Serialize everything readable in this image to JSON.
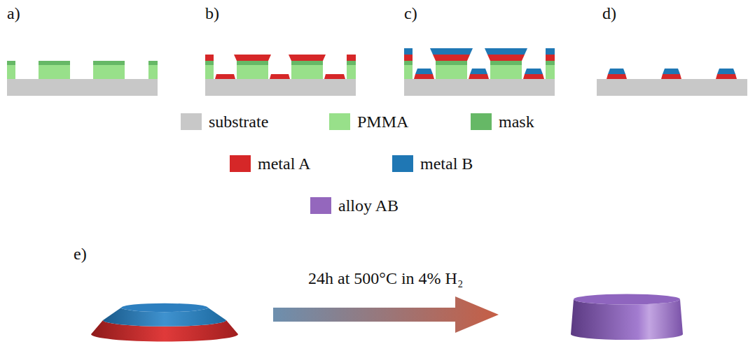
{
  "diagram": {
    "labels": [
      "a)",
      "b)",
      "c)",
      "d)",
      "e)",
      "24h at 500°C in 4% H₂"
    ],
    "legend": [
      {
        "text": "substrate",
        "color": "#c8c8c8"
      },
      {
        "text": "PMMA",
        "color": "#98e08a"
      },
      {
        "text": "mask",
        "color": "#66b866"
      },
      {
        "text": "metal A",
        "color": "#d62728"
      },
      {
        "text": "metal B",
        "color": "#1f77b4"
      },
      {
        "text": "alloy AB",
        "color": "#9467bd"
      }
    ]
  }
}
